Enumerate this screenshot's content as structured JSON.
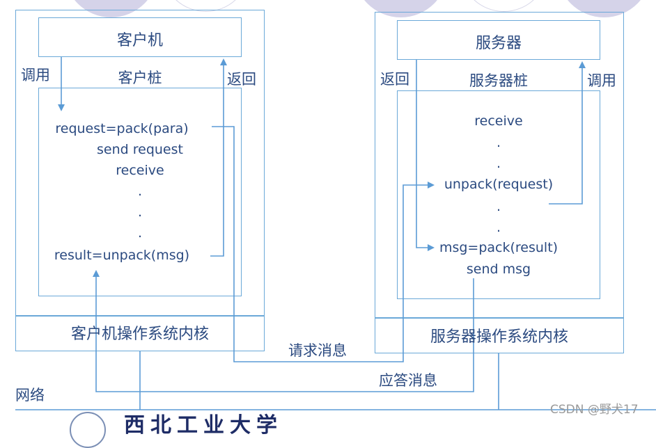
{
  "client": {
    "machine": "客户机",
    "stub": "客户桩",
    "kernel": "客户机操作系统内核",
    "call": "调用",
    "return": "返回",
    "code": [
      "request=pack(para)",
      "send request",
      "receive",
      ".",
      ".",
      ".",
      "result=unpack(msg)"
    ]
  },
  "server": {
    "machine": "服务器",
    "stub": "服务器桩",
    "kernel": "服务器操作系统内核",
    "call": "调用",
    "return": "返回",
    "code_top": [
      "receive",
      ".",
      "."
    ],
    "unpack": "unpack(request)",
    "code_mid": [
      ".",
      "."
    ],
    "pack": "msg=pack(result)",
    "send": "send msg"
  },
  "network": {
    "label": "网络",
    "request_msg": "请求消息",
    "reply_msg": "应答消息"
  },
  "footer": {
    "logo_text": "西北工业大学",
    "watermark": "CSDN @野犬17"
  },
  "colors": {
    "line": "#5b9bd5",
    "box": "#6aa8d8",
    "text": "#2b4a80"
  }
}
